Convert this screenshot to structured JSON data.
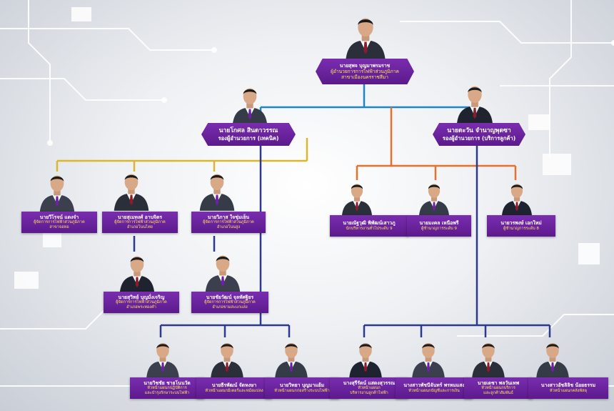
{
  "colors": {
    "plate": "#6a23a0",
    "title": "#ffe25a",
    "blue": "#2d3a8c",
    "cyan": "#1e86c8",
    "orange": "#e8702a",
    "gold": "#d9b830"
  },
  "people": [
    {
      "id": "director",
      "name": "นายสุพจ บุญมาพรมราช",
      "titles": [
        "ผู้อำนวยการการไฟฟ้าส่วนภูมิภาค",
        "สาขาเมืองนครราชสีมา"
      ]
    },
    {
      "id": "deputy-tech",
      "name": "นายโกศล สินดาวรรณ",
      "titles": [
        "รองผู้อำนวยการ (เทคนิค)"
      ]
    },
    {
      "id": "deputy-service",
      "name": "นายตะวัน จำนาญพุดซา",
      "titles": [
        "รองผู้อำนวยการ (บริการลูกค้า)"
      ]
    },
    {
      "id": "tech-branch-1",
      "name": "นายวีโรจน์ แดงจำ",
      "titles": [
        "ผู้จัดการการไฟฟ้าส่วนภูมิภาค",
        "สาขาจอหอ"
      ]
    },
    {
      "id": "tech-branch-2",
      "name": "นายสุเมทงศ์ อาบจิตร",
      "titles": [
        "ผู้จัดการการไฟฟ้าส่วนภูมิภาค",
        "อำเภอโนนไทย"
      ]
    },
    {
      "id": "tech-branch-3",
      "name": "นายวิภาส ใจชุ่มเย็น",
      "titles": [
        "ผู้จัดการการไฟฟ้าส่วนภูมิภาค",
        "อำเภอโนนสูง"
      ]
    },
    {
      "id": "tech-branch-4",
      "name": "นายสุวิทย์ บุญมั่งเจริญ",
      "titles": [
        "ผู้จัดการการไฟฟ้าส่วนภูมิภาค",
        "อำเภอพระทองคำ"
      ]
    },
    {
      "id": "tech-branch-5",
      "name": "นายชัยวัฒน์ จุลทัศฐิยร",
      "titles": [
        "ผู้จัดการการไฟฟ้าส่วนภูมิภาค",
        "อำเภอขามสะแกแสง"
      ]
    },
    {
      "id": "svc-1",
      "name": "นายณัฐวุฒิ พิพัฒน์เสาวภู",
      "titles": [
        "นักบริหารงานทั่วไประดับ 9"
      ]
    },
    {
      "id": "svc-2",
      "name": "นายมงคล เหนือพรี",
      "titles": [
        "ผู้ชำนาญการระดับ 9"
      ]
    },
    {
      "id": "svc-3",
      "name": "นายวรพงษ์ เอกใหม่",
      "titles": [
        "ผู้ชำนาญการระดับ 8"
      ]
    },
    {
      "id": "dept-1",
      "name": "นายวิชชัย ชายโนนวัต",
      "titles": [
        "หัวหน้าแผนกปฏิบัติการ",
        "และบำรุงรักษาระบบไฟฟ้า"
      ]
    },
    {
      "id": "dept-2",
      "name": "นายธีรพัฒน์ จัดหงษา",
      "titles": [
        "หัวหน้าแผนกมิเตอร์และหม้อแปลง"
      ]
    },
    {
      "id": "dept-3",
      "name": "นายวิทยา บุญมาแย้ม",
      "titles": [
        "หัวหน้าแผนกก่อสร้างระบบไฟฟ้า"
      ]
    },
    {
      "id": "dept-4",
      "name": "นางสุรีรัตน์ แสดงสุวรรณ",
      "titles": [
        "หัวหน้าแผนก",
        "บริหารงานลูกค้าไฟฟ้า"
      ]
    },
    {
      "id": "dept-5",
      "name": "นางสาวพัชนีจันทร์ พรหมแสง",
      "titles": [
        "หัวหน้าแผนกบัญชีและการเงิน"
      ]
    },
    {
      "id": "dept-6",
      "name": "นายเดชา พลวันเทพ",
      "titles": [
        "หัวหน้าแผนกบริการ",
        "และลูกค้าสัมพันธ์"
      ]
    },
    {
      "id": "dept-7",
      "name": "นางสาวอัชลิลิช น้อยธรรม",
      "titles": [
        "หัวหน้าแผนกคลังพัสดุ"
      ]
    }
  ]
}
